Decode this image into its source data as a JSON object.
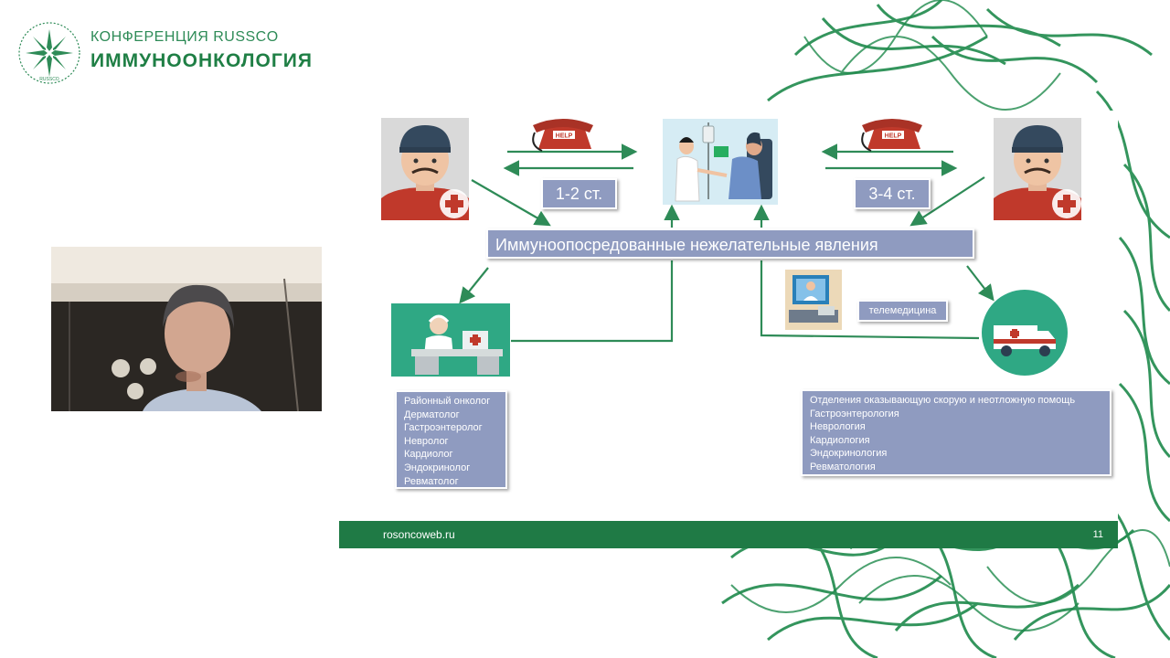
{
  "colors": {
    "brand_green": "#1f7a45",
    "panel_fill": "#8f9bc0",
    "arrow_green": "#2e8b57"
  },
  "brand": {
    "conference": "КОНФЕРЕНЦИЯ RUSSCO",
    "title": "ИММУНООНКОЛОГИЯ",
    "logo_text": "RUSSCO"
  },
  "slide": {
    "banner": "Иммуноопосредованные нежелательные явления",
    "stage_left": "1-2 ст.",
    "stage_right": "3-4 ст.",
    "telemedicine": "телемедицина",
    "help_label": "HELP",
    "left_list": [
      "Районный онколог",
      "Дерматолог",
      "Гастроэнтеролог",
      "Невролог",
      "Кардиолог",
      "Эндокринолог",
      "Ревматолог"
    ],
    "right_list": [
      "Отделения оказывающую скорую и неотложную помощь",
      "Гастроэнтерология",
      "Неврология",
      "Кардиология",
      "Эндокринология",
      "Ревматология"
    ],
    "footer_url": "rosoncoweb.ru",
    "page_number": "11"
  }
}
